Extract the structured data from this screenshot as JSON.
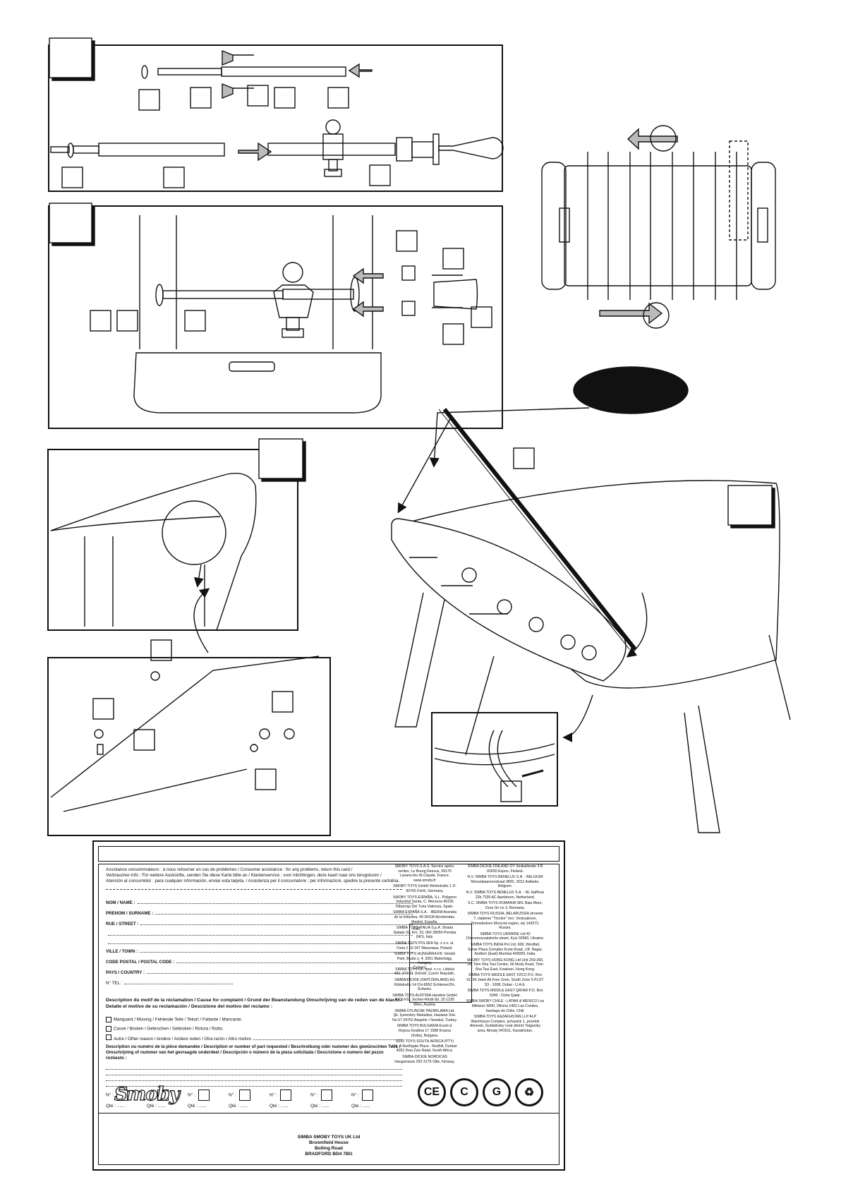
{
  "card": {
    "intro": [
      "Assistance consommateurs : à nous retourner en cas de problèmes / Consumer assistance : for any problems, return this card /",
      "Verbraucher-Info : Für weitere Auskünfte, senden Sie diese Karte bitte an / Klantenservice : voor inlichtingen, deze kaart naar ons terugsturen /",
      "Atención al consumidor : para cualquier información, enviar esta tarjeta. / Assistenza per il consumatore : per informazioni, spedire la presente cartolina."
    ],
    "fields": [
      "NOM / NAME :",
      "PRENOM / SURNAME :",
      "RUE / STREET :",
      "VILLE / TOWN :",
      "CODE POSTAL / POSTAL CODE :",
      "PAYS / COUNTRY :",
      "N° TEL :"
    ],
    "ref_label": "Réf:",
    "colors_label": "Colors:",
    "complaint_title": "Description du motif de la réclamation / Cause for complaint / Grund der Beanstandung Omschrijving van de reden van de klacht / Detalle el motivo de su reclamación / Descizione del motivo del reclamo :",
    "options": [
      "Manquant / Missing / Fehlende Teile / Tekort / Faltante / Mancante.",
      "Cassé / Broken / Gebrochen / Gebroken / Rotura / Rotto.",
      "Autre / Other reason / Andere / Andere reden / Otra razón / Altro motivo"
    ],
    "part_desc": "Description ou numéro de la pièce demandée / Description or number of part requested / Beschreibung oder nummer des gewünschten Teils / Omschrijving of nummer van het gevraagde onderdeel / Descripción o número de la pieza solicitada / Descrizione o numero del pezzo richiesto :",
    "n_label": "N° :",
    "qty_label": "Qté : ......",
    "brand": "Smoby",
    "marks": [
      "CE",
      "C",
      "G"
    ],
    "addresses_left": [
      "SMOBY TOYS S.A.S. Service après-ventes, Le Bourg Dessus, 39170 Lavans-lès-St-Claude, France. www.smoby.fr",
      "SMOBY TOYS GmbH Werkstraße 1 D-90765 Fürth, Germany.",
      "SMOBY TOYS ESPAÑA, S.L. Polígono Industrial Santa, C. Menorca 46190 Ribarroja Del Turia Valencia, Spain.",
      "SIMBA ESPAÑA S.A. - IBERIA Avenida de la Industria, 49 28108 Alcobendas. Madrid, España.",
      "SIMBA TOYS ITALIA S.p.A. Strada Statale 32, Km. 23, 060 28050 Pombia (NO), Italy.",
      "SIMBA TOYS POLSKA Sp. z o.o. ul. Fiota 2 02-247 Warszawa, Poland.",
      "SIMBA TOYS HUNGÁRIA Kft. Vendel Park, Budai u. 4. 2051 Biatorbágy, Hungary.",
      "SIMBA TOYS CZ, spol. s r.o. Lidická 481, 273 51 Unhošť, Czech Republic.",
      "SIMBA/DICKIE (SWITZERLAND) AG Rütistraße 14 CH-8952 Schlieren/ZH, Schweiz.",
      "SIMBA TOYS AUSTRIA Handels GmbH & Co KG, Jochen-Rindt-Str. 25 1230 Wien, Austria.",
      "SIMBA OYUNCAK PAZARLAMA Ltd. Şti. İçerenköy Mahallesi, Hastane Sok. No.57 34752 Ataşehir / İstanbul, Turkey.",
      "SIMBA TOYS BULGARIA Eood ul. Rojova Gradina 17 1588 Krasna (Sofia), Bulgaria.",
      "SIDO TOYS SOUTH AFRICA (PTY) Ltd. 4 Northgate Place - Redhill, Durban 4051 Kwa Zulu Natal, South Africa.",
      "SIMBA-DICKIE NORDICAS Haugstrasse 293 3179 Våle, Norway."
    ],
    "addresses_right": [
      "SIMBA DICKIE FINLAND OY Sinikalliontie 3 B 02630 Espoo, Finland.",
      "N.V. SIMBA TOYS BENELUX S.A. - BELGIUM Mosselpaarsenstraat 383C, 8311 Aalbeke, Belgium.",
      "N.V. SIMBA TOYS BENELUX S.A. - NL Halfhuis 22b 7335 AC Apeldoorn, Netherland.",
      "S.C. SIMBA TOYS ROMANIA SRL Baia Mare, Dura Str no 3, Romania.",
      "SIMBA TOYS RUSSIA, BELARUSSIA stroenie 7, vladenie \"Tricolor\" mcr. Vostryakovo, Domodedovo Moscow region, zip 142072, Russia.",
      "SIMBA TOYS UKRAINE Ltd 42 Chervonozvatskoho street, Kyiv 02660, Ukraine.",
      "SIMBA TOYS INDIA Pvt Ltd. 608, Windfall, Sahar Plaza Complex Kurla Road, J.B. Nagar, Andheri (East) Mumbai 400059, India.",
      "SMOBY TOYS HONG KONG Ltd Unit 259-260, 2/F Tsim Sha Tsui Centre, 66 Mody Road, Tsim Sha Tsui East, Kowloon, Hong Kong.",
      "SIMBA TOYS MIDDLE EAST FZCO P.O. Box 61104 Jebel Ali Free Zone, South Zone 5 PLOT S3 - 1008, Dubai - U.A.E.",
      "SIMBA TOYS MIDDLE EAST QATAR P.O. Box 5040 - Doha Qatar.",
      "SIMBA SMOBY CHILE - LATAM & MEXICO Los Militares 5890, Oficina 1402 Las Condes, Santiago de Chile, Chili.",
      "SIMBA TOYS KAZAKHSTAN LLP ALP Warehouse Complex, pchastok 1, poselok Almerek, Guldalinsky rural district Talgarsky area, Almaty 041611, Kazakhstan."
    ],
    "uk_address": [
      "SIMBA SMOBY TOYS UK Ltd",
      "Broomfield House",
      "Bolling Road",
      "BRADFORD BD4 7BG"
    ]
  }
}
